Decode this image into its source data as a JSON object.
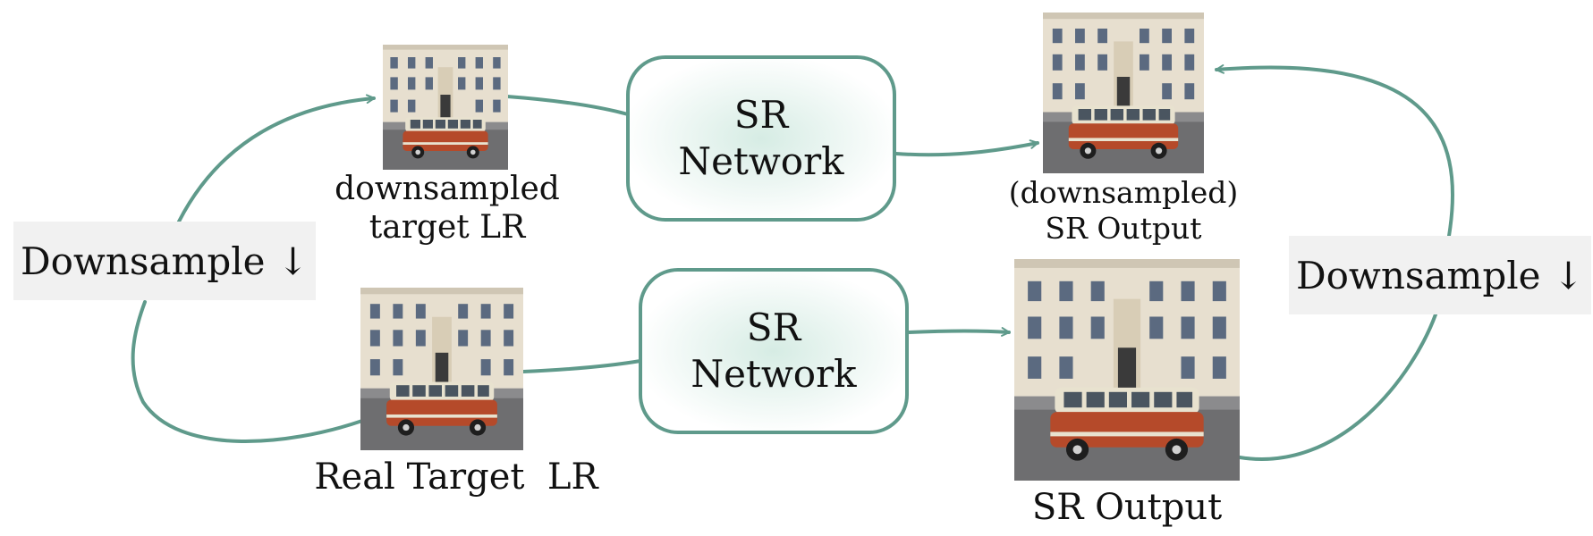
{
  "diagram": {
    "sr_network_top": {
      "line1": "SR",
      "line2": "Network"
    },
    "sr_network_bottom": {
      "line1": "SR",
      "line2": "Network"
    },
    "downsample_left": "Downsample ↓",
    "downsample_right": "Downsample ↓",
    "caption_downsampled_target": {
      "line1": "downsampled",
      "line2": "target LR"
    },
    "caption_downsampled_output": {
      "line1": "(downsampled)",
      "line2": "SR Output"
    },
    "caption_real_target": "Real Target  LR",
    "caption_sr_output": "SR Output"
  },
  "colors": {
    "accent": "#5f9a8b",
    "gray_box": "#f1f1f1",
    "box_fill": "#d6ece4"
  },
  "images": [
    "building-with-van-photo",
    "building-with-van-photo",
    "building-with-van-photo",
    "building-with-van-photo"
  ]
}
